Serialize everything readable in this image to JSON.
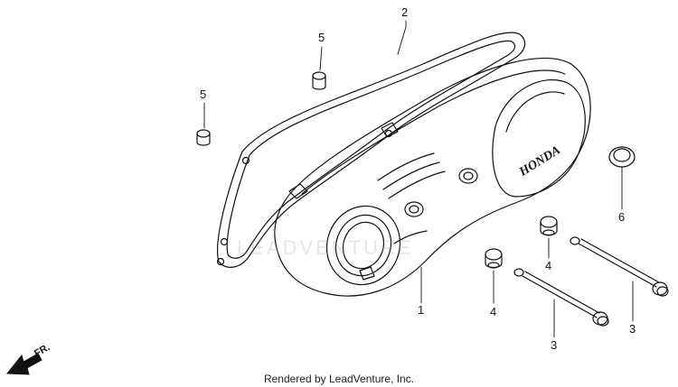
{
  "callouts": {
    "gasket": "2",
    "dowel_upper": "5",
    "dowel_left": "5",
    "cover": "1",
    "plug": "6",
    "grommet_upper": "4",
    "grommet_lower": "4",
    "bolt_upper": "3",
    "bolt_lower": "3"
  },
  "brand_text": "HONDA",
  "watermark": "LEADVENTURE",
  "direction_label": "FR.",
  "credit": "Rendered by LeadVenture, Inc.",
  "colors": {
    "line": "#111111",
    "paper": "#ffffff",
    "watermark": "#969696"
  },
  "icons": {
    "direction": "front-arrow-icon"
  }
}
